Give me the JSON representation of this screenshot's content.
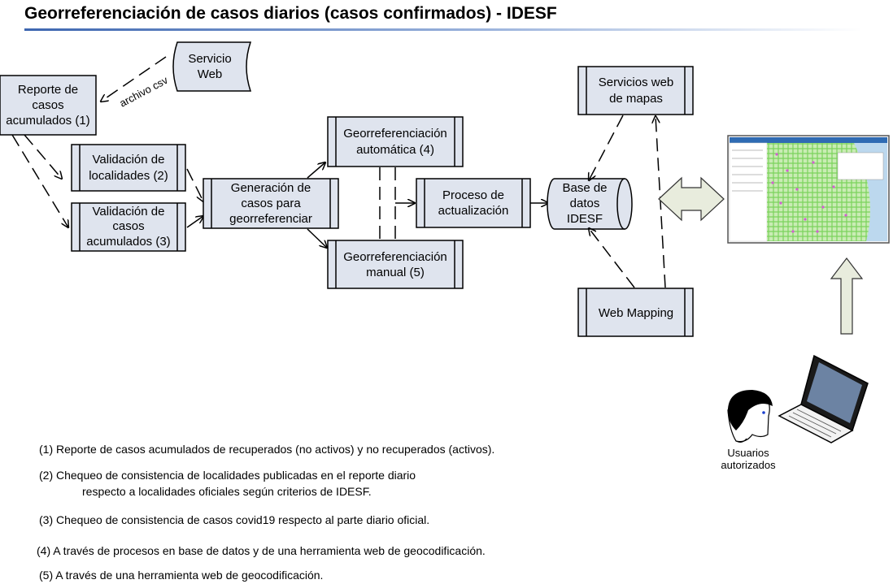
{
  "title": "Georreferenciación de casos diarios (casos confirmados) - IDESF",
  "nodes": {
    "servicio_web": [
      "Servicio",
      "Web"
    ],
    "reporte": [
      "Reporte de",
      "casos",
      "acumulados (1)"
    ],
    "validacion_localidades": [
      "Validación  de",
      "localidades (2)"
    ],
    "validacion_casos": [
      "Validación de",
      "casos",
      "acumulados (3)"
    ],
    "generacion": [
      "Generación de",
      "casos para",
      "georreferenciar"
    ],
    "geo_automatica": [
      "Georreferenciación",
      "automática (4)"
    ],
    "geo_manual": [
      "Georreferenciación",
      "manual (5)"
    ],
    "proceso": [
      "Proceso de",
      "actualización"
    ],
    "base_datos": [
      "Base de",
      "datos",
      "IDESF"
    ],
    "servicios_mapas": [
      "Servicios web",
      "de mapas"
    ],
    "web_mapping": [
      "Web Mapping"
    ]
  },
  "edge_label": "archivo csv",
  "users_label": [
    "Usuarios",
    "autorizados"
  ],
  "notes": [
    "(1) Reporte de casos acumulados de recuperados (no activos) y no recuperados (activos).",
    "(2) Chequeo de consistencia de localidades publicadas en el reporte diario",
    "respecto a localidades oficiales según criterios de IDESF.",
    "(3) Chequeo de consistencia de casos covid19 respecto al parte diario oficial.",
    "(4) A través de procesos en base de datos y de una herramienta web de geocodificación.",
    "(5) A través de una herramienta web de geocodificación."
  ]
}
